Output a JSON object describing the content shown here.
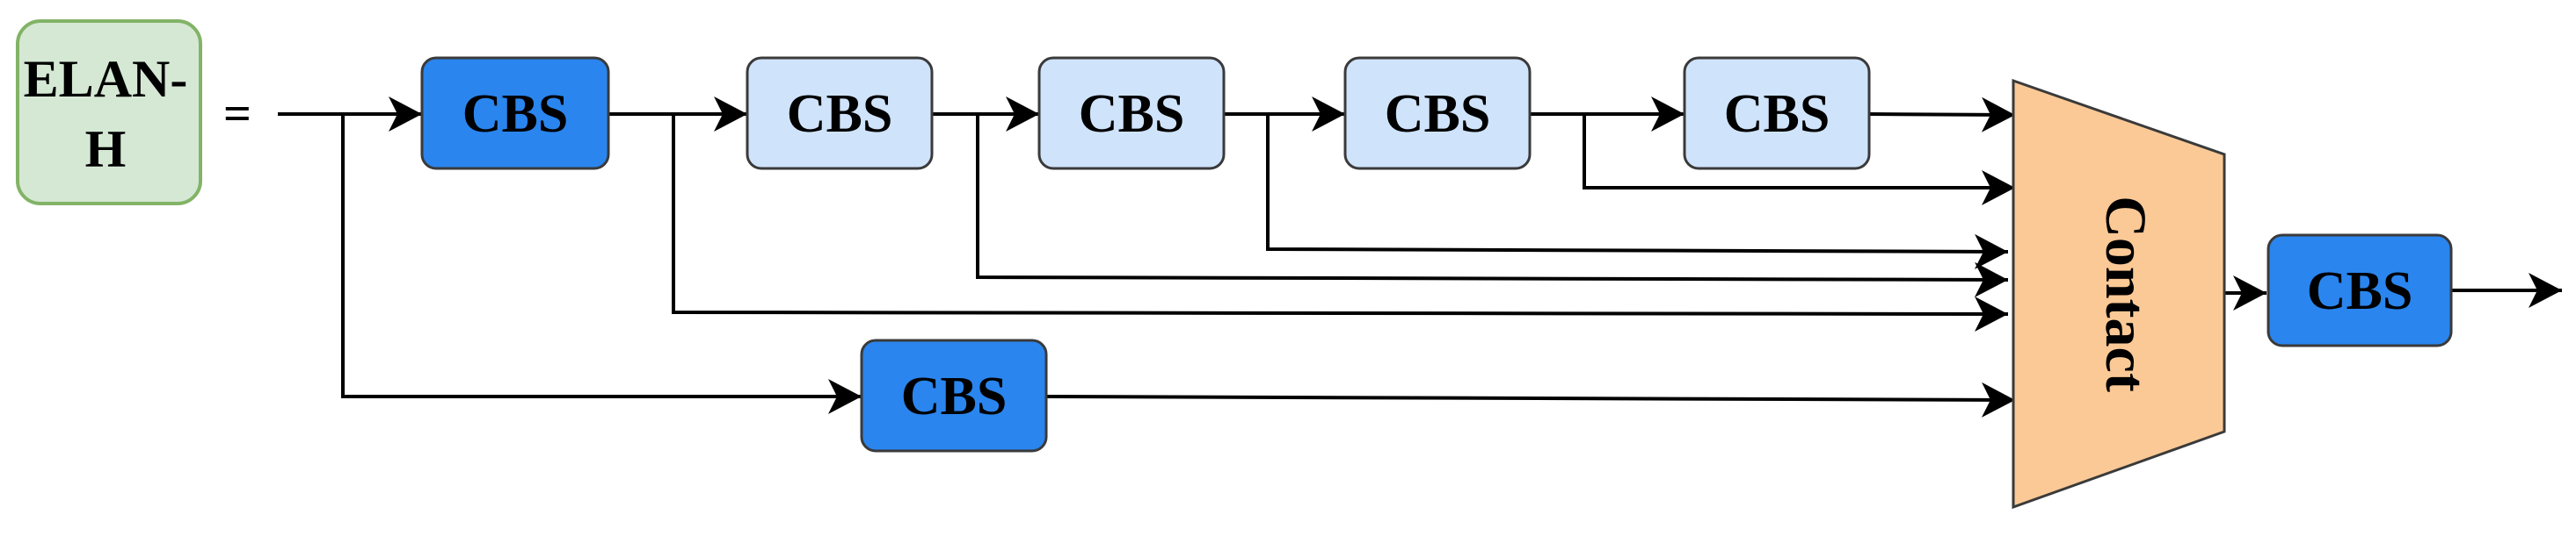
{
  "diagram": {
    "label_lines": [
      "ELAN-",
      "H"
    ],
    "equals": "=",
    "cbs_dark_1": "CBS",
    "cbs_light_1": "CBS",
    "cbs_light_2": "CBS",
    "cbs_light_3": "CBS",
    "cbs_light_4": "CBS",
    "cbs_bottom": "CBS",
    "concat_label": "Contact",
    "cbs_output": "CBS"
  },
  "colors": {
    "label_fill": "#d5e8d4",
    "label_stroke": "#82b366",
    "cbs_dark_fill": "#2a85ee",
    "cbs_light_fill": "#cfe3fb",
    "concat_fill": "#fbc996",
    "stroke": "#3a3a3a",
    "line": "#000000"
  }
}
